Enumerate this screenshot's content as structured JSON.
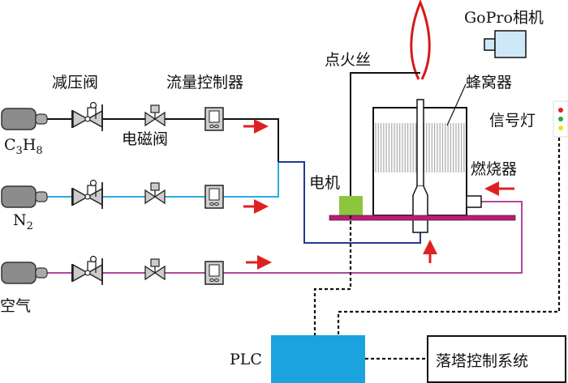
{
  "labels": {
    "pressure_valve": "减压阀",
    "flow_controller": "流量控制器",
    "solenoid_valve": "电磁阀",
    "c3h8_main": "C",
    "c3h8_sub1": "3",
    "c3h8_mid": "H",
    "c3h8_sub2": "8",
    "n2_main": "N",
    "n2_sub": "2",
    "air": "空气",
    "ignition": "点火丝",
    "camera": "GoPro相机",
    "honeycomb": "蜂窝器",
    "signal_light": "信号灯",
    "burner": "燃烧器",
    "motor": "电机",
    "plc": "PLC",
    "drop_tower": "落塔控制系统"
  },
  "colors": {
    "c3h8_line": "#111111",
    "n2_line": "#29abe2",
    "mixed_line": "#1f3a93",
    "air_line": "#b0479a",
    "plate": "#c2187a",
    "motor": "#8cc63f",
    "flame": "#d7191c",
    "arrow": "#e02020",
    "plc": "#1aa3dd",
    "camera": "#cfe8f7"
  }
}
